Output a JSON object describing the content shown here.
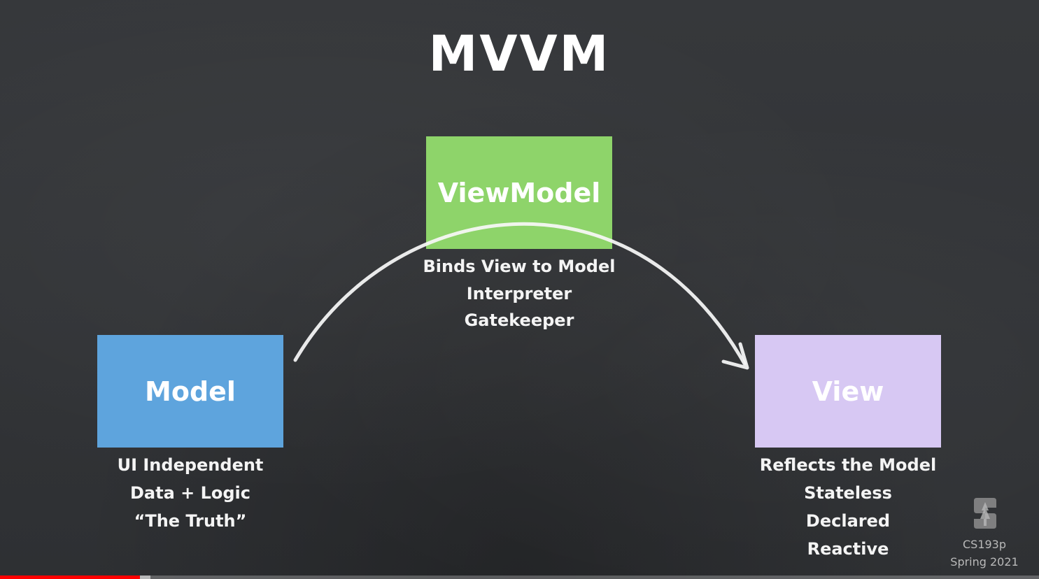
{
  "slide": {
    "title": "MVVM"
  },
  "nodes": {
    "viewmodel": {
      "label": "ViewModel",
      "color": "#8ed46a",
      "lines": [
        "Binds View to Model",
        "Interpreter",
        "Gatekeeper"
      ]
    },
    "model": {
      "label": "Model",
      "color": "#5ea4dd",
      "lines": [
        "UI Independent",
        "Data + Logic",
        "“The Truth”"
      ]
    },
    "view": {
      "label": "View",
      "color": "#d7c8f3",
      "lines": [
        "Reflects the Model",
        "Stateless",
        "Declared",
        "Reactive"
      ]
    }
  },
  "edges": [
    {
      "from": "model",
      "to": "view",
      "via": "viewmodel",
      "arrow": "end"
    }
  ],
  "watermark": {
    "logo_icon": "stanford-tree-icon",
    "course": "CS193p",
    "term": "Spring 2021"
  },
  "video": {
    "progress_played": 0.135,
    "progress_buffered": 0.145,
    "played_color": "#ff0000"
  }
}
